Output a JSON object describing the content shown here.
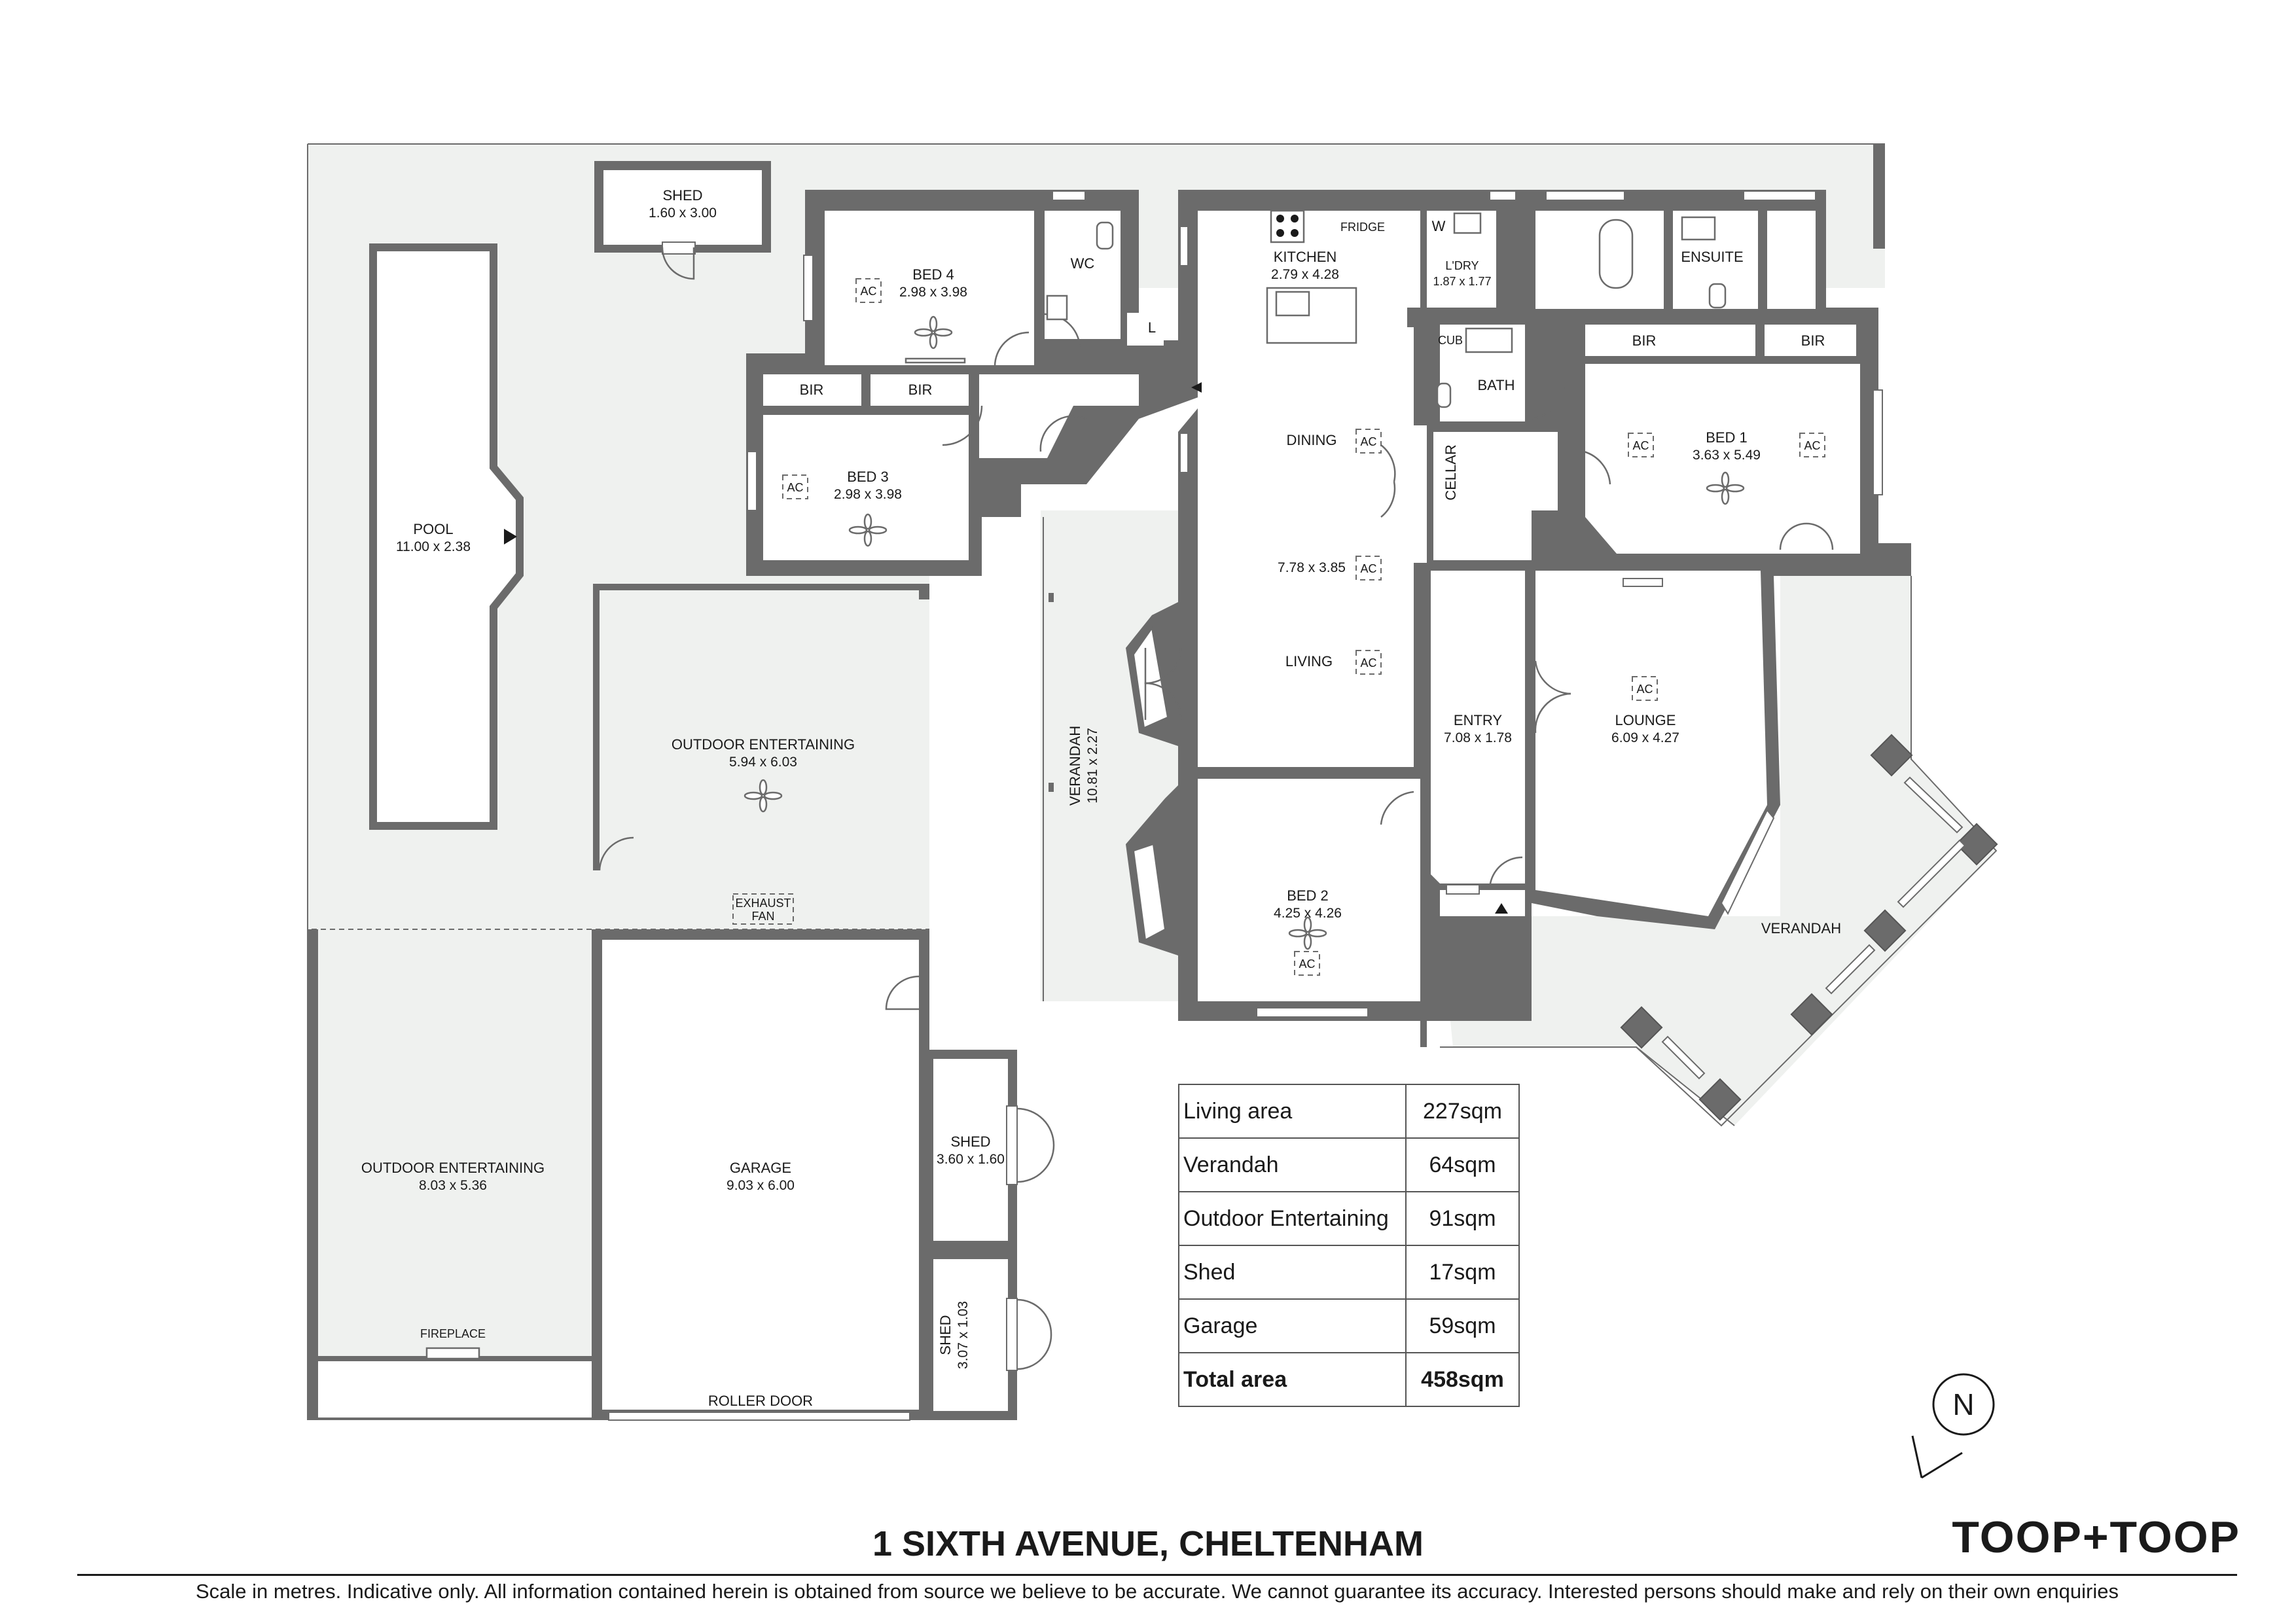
{
  "rooms": {
    "shed_top": {
      "name": "SHED",
      "dims": "1.60 x 3.00"
    },
    "pool": {
      "name": "POOL",
      "dims": "11.00 x 2.38"
    },
    "bed4": {
      "name": "BED 4",
      "dims": "2.98 x 3.98"
    },
    "bed3": {
      "name": "BED 3",
      "dims": "2.98 x 3.98"
    },
    "wc": {
      "name": "WC"
    },
    "linen": {
      "name": "L"
    },
    "bir_a": {
      "name": "BIR"
    },
    "bir_b": {
      "name": "BIR"
    },
    "bir_c": {
      "name": "BIR"
    },
    "bir_d": {
      "name": "BIR"
    },
    "kitchen": {
      "name": "KITCHEN",
      "dims": "2.79 x 4.28"
    },
    "fridge": {
      "name": "FRIDGE"
    },
    "w": {
      "name": "W"
    },
    "laundry": {
      "name": "L'DRY",
      "dims": "1.87 x 1.77"
    },
    "ensuite": {
      "name": "ENSUITE"
    },
    "cub": {
      "name": "CUB"
    },
    "bath": {
      "name": "BATH"
    },
    "bed1": {
      "name": "BED 1",
      "dims": "3.63 x 5.49"
    },
    "dining": {
      "name": "DINING"
    },
    "cellar": {
      "name": "CELLAR"
    },
    "dining_living_dims": "7.78 x 3.85",
    "living": {
      "name": "LIVING"
    },
    "entry": {
      "name": "ENTRY",
      "dims": "7.08 x 1.78"
    },
    "lounge": {
      "name": "LOUNGE",
      "dims": "6.09 x 4.27"
    },
    "verandah_side": {
      "name": "VERANDAH",
      "dims": "10.81 x 2.27"
    },
    "outdoor_upper": {
      "name": "OUTDOOR ENTERTAINING",
      "dims": "5.94 x 6.03"
    },
    "exhaust_fan": [
      "EXHAUST",
      "FAN"
    ],
    "bed2": {
      "name": "BED 2",
      "dims": "4.25 x 4.26"
    },
    "verandah_front": {
      "name": "VERANDAH"
    },
    "outdoor_lower": {
      "name": "OUTDOOR ENTERTAINING",
      "dims": "8.03 x 5.36"
    },
    "fireplace": {
      "name": "FIREPLACE"
    },
    "garage": {
      "name": "GARAGE",
      "dims": "9.03 x 6.00"
    },
    "roller_door": {
      "name": "ROLLER DOOR"
    },
    "shed_mid": {
      "name": "SHED",
      "dims": "3.60 x 1.60"
    },
    "shed_low": {
      "name": "SHED",
      "dims": "3.07 x 1.03"
    },
    "ac": "AC"
  },
  "areas": [
    {
      "label": "Living area",
      "value": "227sqm"
    },
    {
      "label": "Verandah",
      "value": "64sqm"
    },
    {
      "label": "Outdoor Entertaining",
      "value": "91sqm"
    },
    {
      "label": "Shed",
      "value": "17sqm"
    },
    {
      "label": "Garage",
      "value": "59sqm"
    },
    {
      "label": "Total area",
      "value": "458sqm"
    }
  ],
  "address": "1 SIXTH AVENUE, CHELTENHAM",
  "logo": "TOOP+TOOP",
  "compass": "N",
  "disclaimer": "Scale in metres. Indicative only. All information contained herein is obtained from source we believe to be accurate. We cannot guarantee its accuracy. Interested persons should make and rely on their own enquiries"
}
